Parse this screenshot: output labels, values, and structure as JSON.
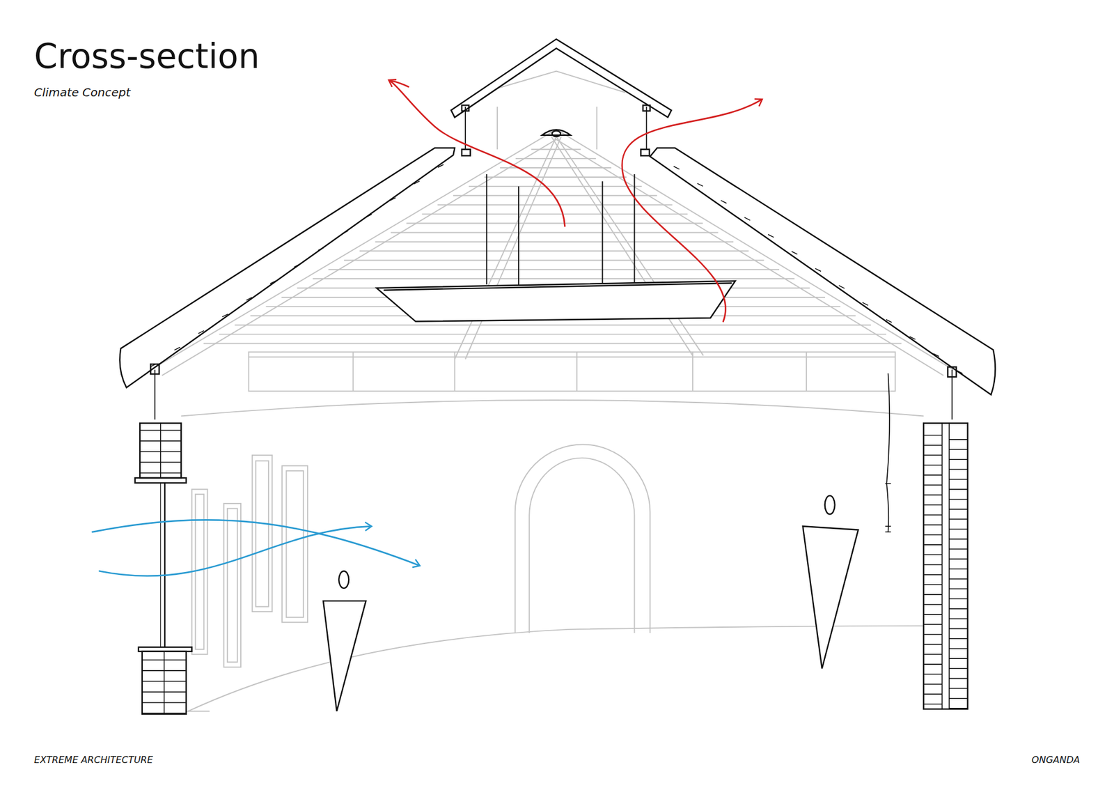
{
  "diagram": {
    "title": "Cross-section",
    "labels": [
      "Climate Concept",
      "EXTREME ARCHITECTURE",
      "ONGANDA"
    ]
  }
}
